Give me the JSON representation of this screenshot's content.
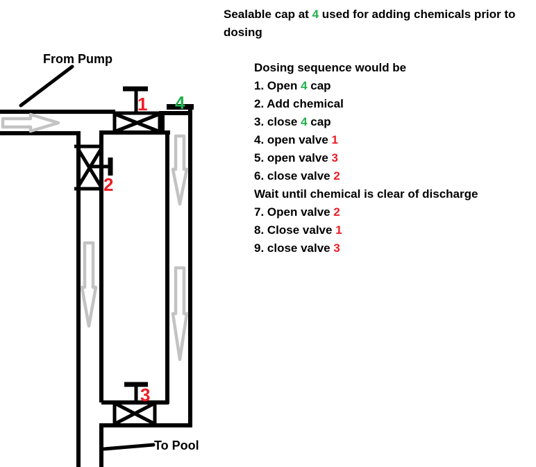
{
  "colors": {
    "red": "#ED1C24",
    "green": "#22B14C",
    "pipe": "#000000",
    "arrow": "#C3C3C3"
  },
  "diagram": {
    "from_pump_label": "From Pump",
    "to_pool_label": "To Pool",
    "valve1_label": "1",
    "valve2_label": "2",
    "valve3_label": "3",
    "cap_label": "4"
  },
  "note": {
    "parts": [
      {
        "text": "Sealable cap at "
      },
      {
        "text": "4",
        "color": "green"
      },
      {
        "text": " used for adding chemicals prior to dosing"
      }
    ]
  },
  "instructions": {
    "title": "Dosing sequence would be",
    "steps": [
      [
        {
          "text": "1. Open "
        },
        {
          "text": "4",
          "color": "green"
        },
        {
          "text": " cap"
        }
      ],
      [
        {
          "text": "2. Add chemical"
        }
      ],
      [
        {
          "text": "3. close "
        },
        {
          "text": "4",
          "color": "green"
        },
        {
          "text": " cap"
        }
      ],
      [
        {
          "text": "4. open valve "
        },
        {
          "text": "1",
          "color": "red"
        }
      ],
      [
        {
          "text": "5. open valve "
        },
        {
          "text": "3",
          "color": "red"
        }
      ],
      [
        {
          "text": "6. close valve "
        },
        {
          "text": "2",
          "color": "red"
        }
      ],
      [
        {
          "text": "Wait until chemical is clear of discharge"
        }
      ],
      [
        {
          "text": "7. Open valve "
        },
        {
          "text": "2",
          "color": "red"
        }
      ],
      [
        {
          "text": "8. Close valve "
        },
        {
          "text": "1",
          "color": "red"
        }
      ],
      [
        {
          "text": "9. close valve "
        },
        {
          "text": "3",
          "color": "red"
        }
      ]
    ]
  }
}
